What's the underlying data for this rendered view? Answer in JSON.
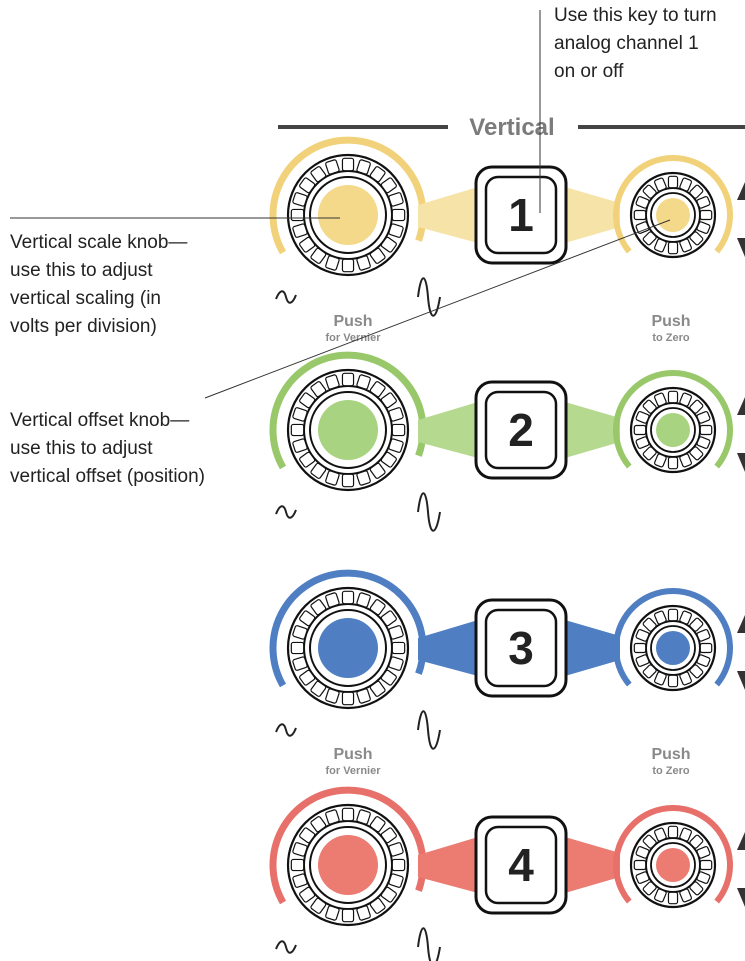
{
  "section_title": "Vertical",
  "callouts": {
    "channel_key": [
      "Use this key to turn",
      "analog channel 1",
      "on or off"
    ],
    "scale_knob": [
      "Vertical scale knob—",
      "use this to adjust",
      "vertical scaling (in",
      "volts per division)"
    ],
    "offset_knob": [
      "Vertical offset knob—",
      "use this to adjust",
      "vertical offset (position)"
    ]
  },
  "channels": [
    {
      "key": "1",
      "color": "#f1d27a",
      "fill": "#f5d98a",
      "pale": "#f6e3a8"
    },
    {
      "key": "2",
      "color": "#98c86a",
      "fill": "#a8d381",
      "pale": "#b4d98f"
    },
    {
      "key": "3",
      "color": "#4f7fc2",
      "fill": "#4f7fc2",
      "pale": "#4f7fc2"
    },
    {
      "key": "4",
      "color": "#e8706a",
      "fill": "#ec7b72",
      "pale": "#ec7b72"
    }
  ],
  "push_labels": {
    "scale_main": "Push",
    "scale_sub": "for Vernier",
    "offset_main": "Push",
    "offset_sub": "to Zero"
  },
  "push_label_channels": [
    1,
    3
  ]
}
